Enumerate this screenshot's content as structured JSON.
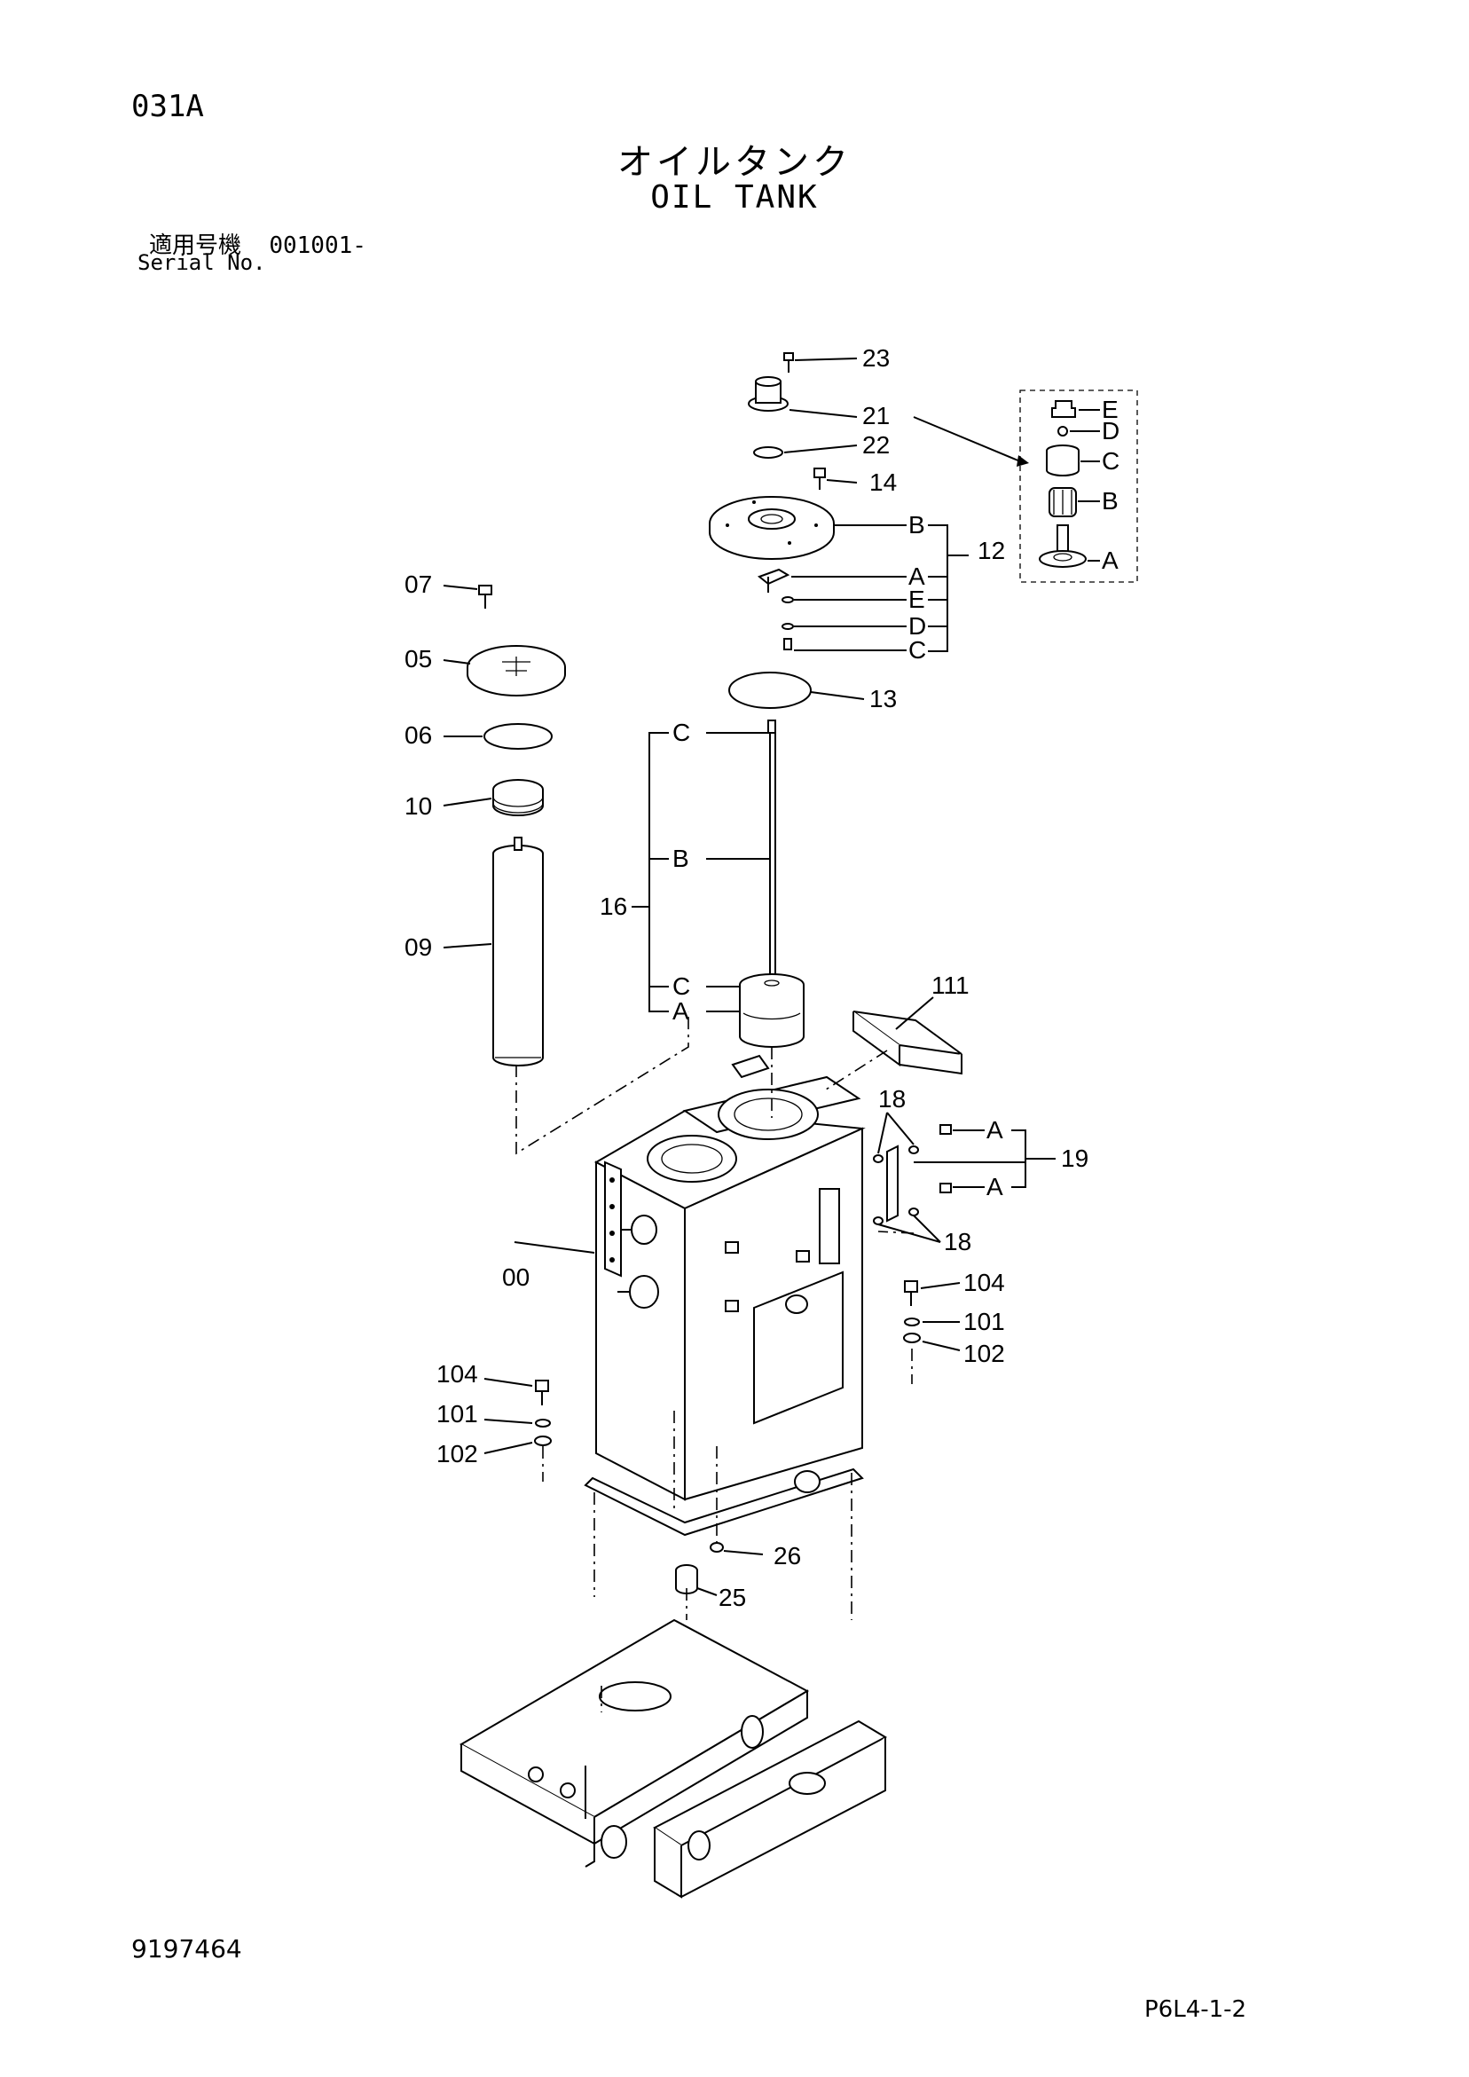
{
  "page_code": "031A",
  "title_jp": "オイルタンク",
  "title_en": "OIL TANK",
  "serial_label_jp": "適用号機",
  "serial_range": "001001-",
  "serial_label_en": "Serial No.",
  "doc_number": "9197464",
  "page_ref": "P6L4-1-2",
  "callouts": {
    "c23": "23",
    "c21": "21",
    "c22": "22",
    "c14": "14",
    "c12": "12",
    "c12B": "B",
    "c12A": "A",
    "c12E": "E",
    "c12D": "D",
    "c12C": "C",
    "c13": "13",
    "c07": "07",
    "c05": "05",
    "c06": "06",
    "c10": "10",
    "c09": "09",
    "c16": "16",
    "c16C1": "C",
    "c16B": "B",
    "c16C2": "C",
    "c16A": "A",
    "c111": "111",
    "c18a": "18",
    "c18b": "18",
    "c19": "19",
    "c19A1": "A",
    "c19A2": "A",
    "c00": "00",
    "c104r": "104",
    "c101r": "101",
    "c102r": "102",
    "c104l": "104",
    "c101l": "101",
    "c102l": "102",
    "c26": "26",
    "c25": "25",
    "inset": {
      "E": "E",
      "D": "D",
      "C": "C",
      "B": "B",
      "A": "A"
    }
  }
}
